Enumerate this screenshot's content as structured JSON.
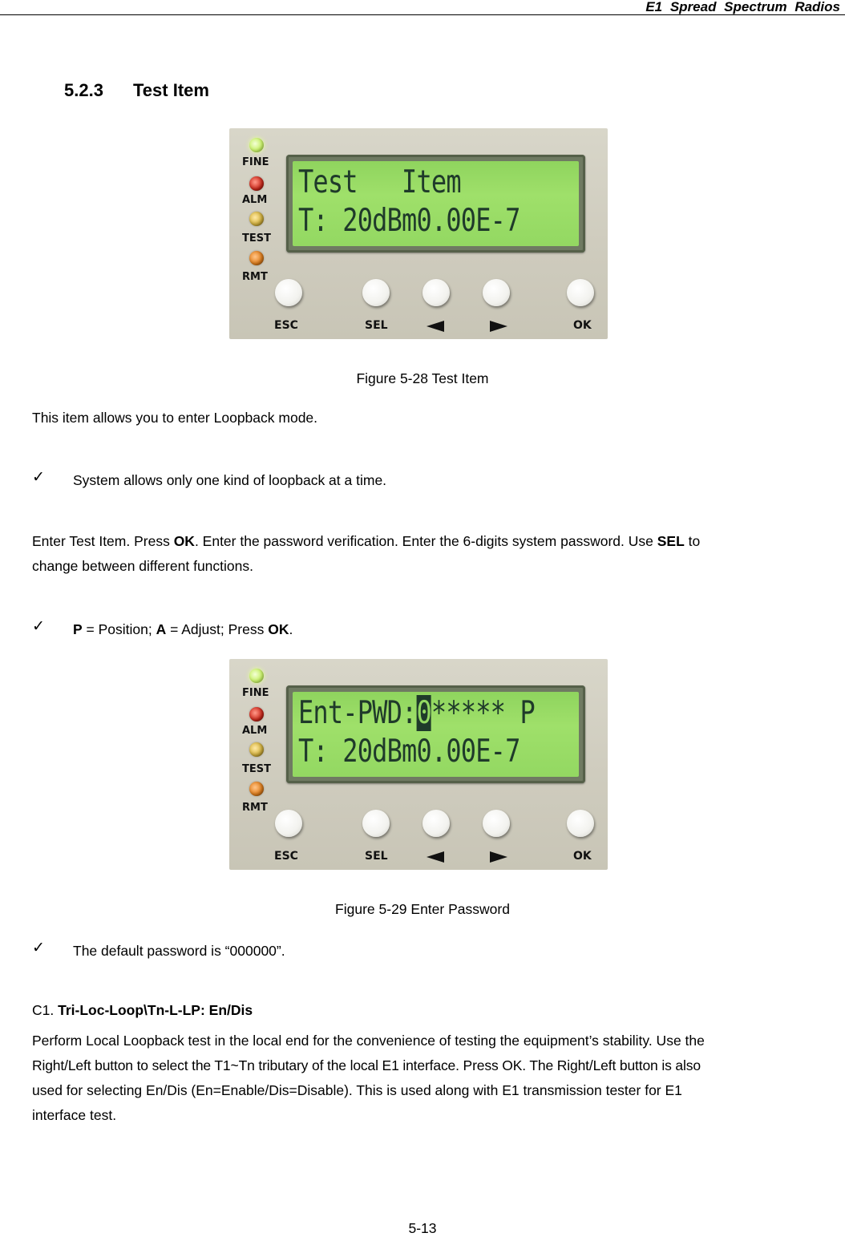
{
  "header": {
    "title": "E1 Spread Spectrum Radios"
  },
  "section": {
    "number": "5.2.3",
    "title": "Test Item"
  },
  "figure1": {
    "leds": [
      "FINE",
      "ALM",
      "TEST",
      "RMT"
    ],
    "lcd_line1": "Test   Item",
    "lcd_line2": "T: 20dBm0.00E-7",
    "buttons": [
      "ESC",
      "SEL",
      "OK"
    ],
    "caption": "Figure 5-28 Test Item"
  },
  "para1": "This item allows you to enter Loopback mode.",
  "bullet1": "System allows only one kind of loopback at a time.",
  "para2": {
    "t1": "Enter Test Item. Press ",
    "b1": "OK",
    "t2": ". Enter the password verification. Enter the 6-digits system password. Use ",
    "b2": "SEL",
    "t3": " to",
    "line2": "change between different functions."
  },
  "bullet2": {
    "b1": "P",
    "t1": " = Position; ",
    "b2": "A",
    "t2": " = Adjust; Press ",
    "b3": "OK",
    "t3": "."
  },
  "figure2": {
    "leds": [
      "FINE",
      "ALM",
      "TEST",
      "RMT"
    ],
    "lcd_line1_prefix": "Ent-PWD:",
    "lcd_line1_cursor": "0",
    "lcd_line1_suffix": "***** P",
    "lcd_line2": "T: 20dBm0.00E-7",
    "buttons": [
      "ESC",
      "SEL",
      "OK"
    ],
    "caption": "Figure 5-29 Enter Password"
  },
  "bullet3": "The default password is “000000”.",
  "c1": {
    "prefix": "C1. ",
    "title": "Tri-Loc-Loop\\Tn-L-LP: En/Dis",
    "lines": [
      "Perform Local Loopback test in the local end for the convenience of testing the equipment’s stability. Use the",
      "Right/Left button to select the T1~Tn tributary of the local E1 interface. Press OK. The Right/Left button is also",
      "used for selecting En/Dis (En=Enable/Dis=Disable). This is used along with E1 transmission tester for E1",
      "interface test."
    ]
  },
  "footer": {
    "page": "5-13"
  },
  "check_glyph": "✓"
}
